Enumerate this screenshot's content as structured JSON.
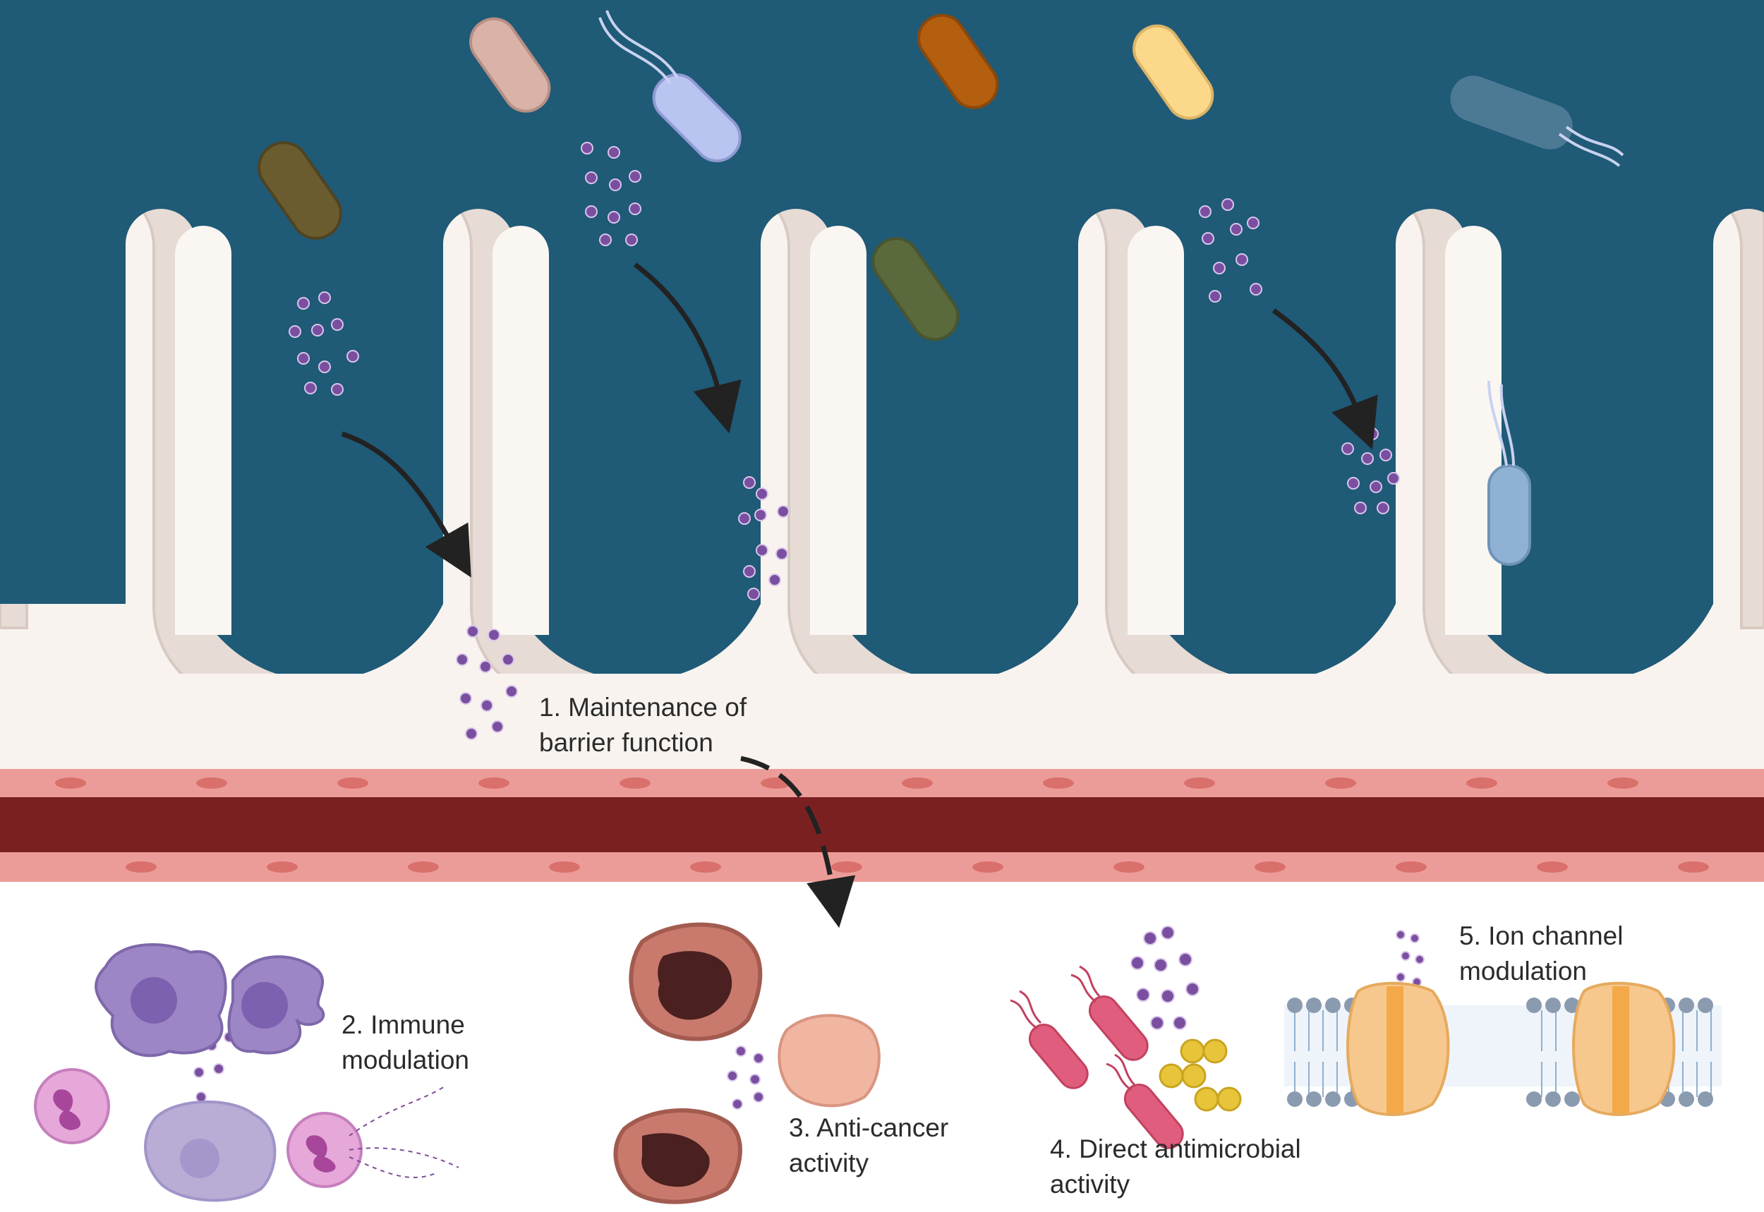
{
  "labels": {
    "barrier": [
      "1. Maintenance of",
      "barrier function"
    ],
    "immune": [
      "2. Immune",
      "modulation"
    ],
    "cancer": [
      "3. Anti-cancer",
      "activity"
    ],
    "antimicrobial": [
      "4. Direct antimicrobial",
      "activity"
    ],
    "ion": [
      "5. Ion channel",
      "modulation"
    ]
  },
  "colors": {
    "lumen": "#1f5a77",
    "epithelium": "#e6dbd5",
    "lamina": "#f8f3ef",
    "endothelium": "#ec9c98",
    "blood": "#7a2020",
    "peptide": "#7a4fa0",
    "arrow": "#222222",
    "ion_channel": "#f7b96a",
    "membrane_head": "#8a9bb0"
  },
  "icons": [
    "rod-bacterium-icon",
    "flagellated-bacterium-icon",
    "peptide-cluster-icon",
    "macrophage-icon",
    "neutrophil-icon",
    "tumor-icon",
    "coccus-bacterium-icon",
    "ion-channel-icon",
    "lipid-bilayer-icon",
    "curved-arrow-icon"
  ]
}
